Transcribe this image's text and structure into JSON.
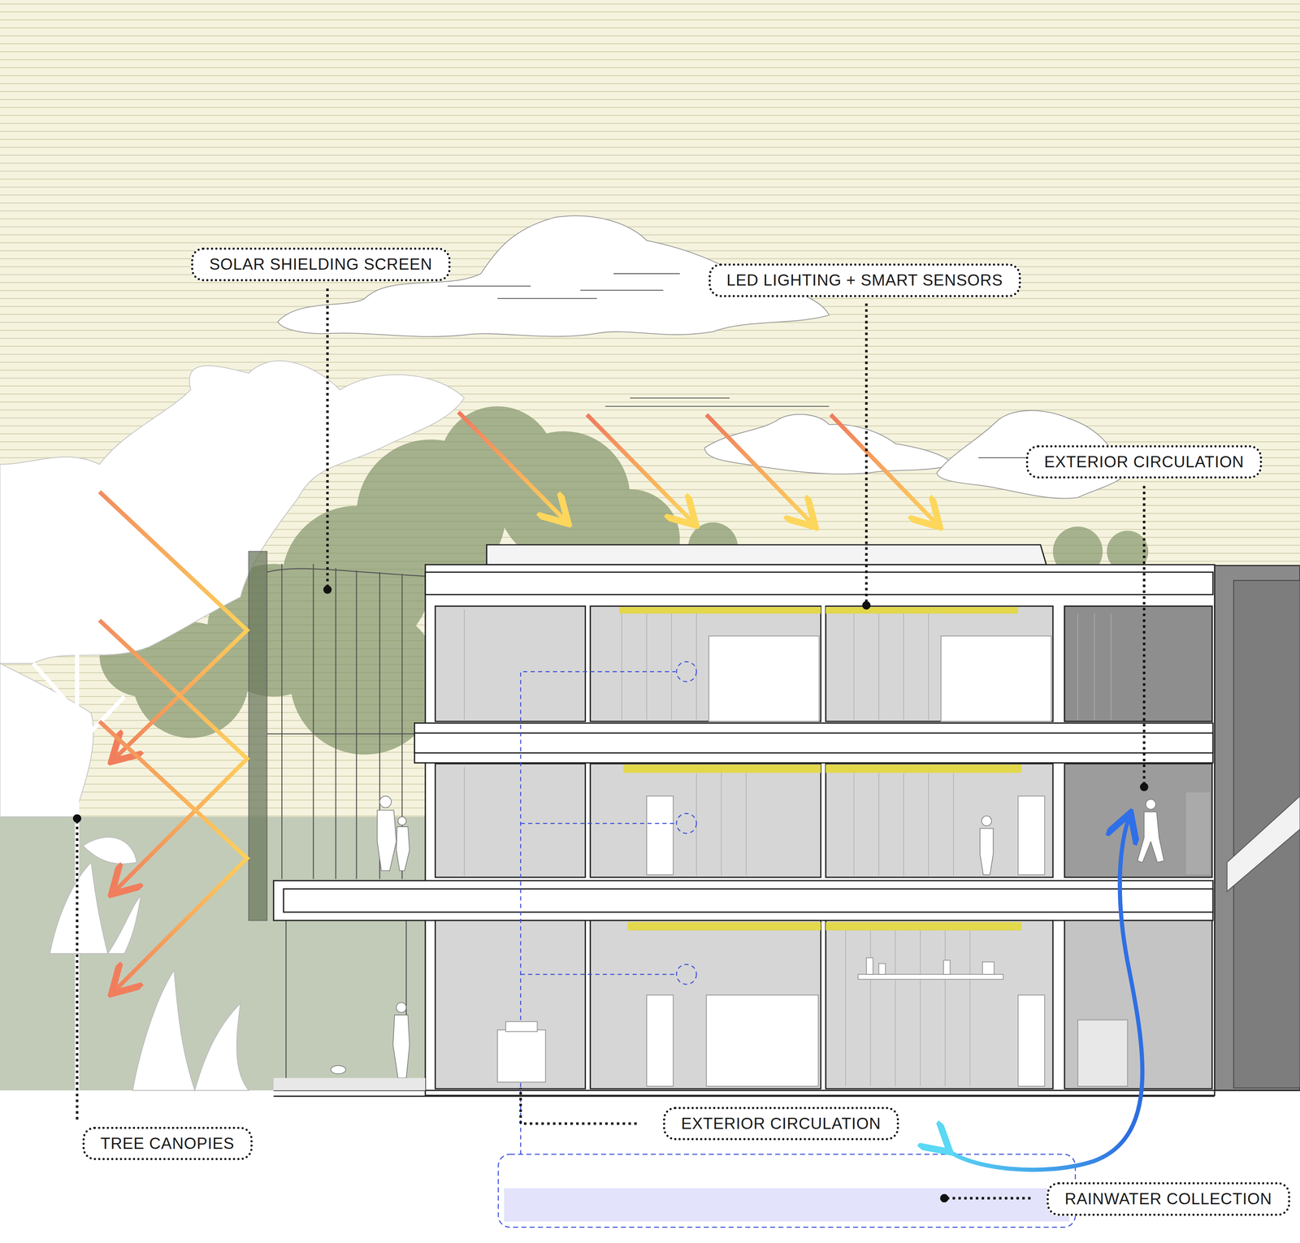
{
  "diagram": {
    "nodes": [
      {
        "text": [
          "SOLAR SHIELDING SCREEN"
        ]
      },
      {
        "text": [
          "LED LIGHTING + SMART SENSORS"
        ]
      },
      {
        "text": [
          "EXTERIOR CIRCULATION"
        ]
      },
      {
        "text": [
          "EXTERIOR CIRCULATION"
        ]
      },
      {
        "text": [
          "TREE CANOPIES"
        ]
      },
      {
        "text": [
          "RAINWATER COLLECTION"
        ]
      }
    ]
  }
}
